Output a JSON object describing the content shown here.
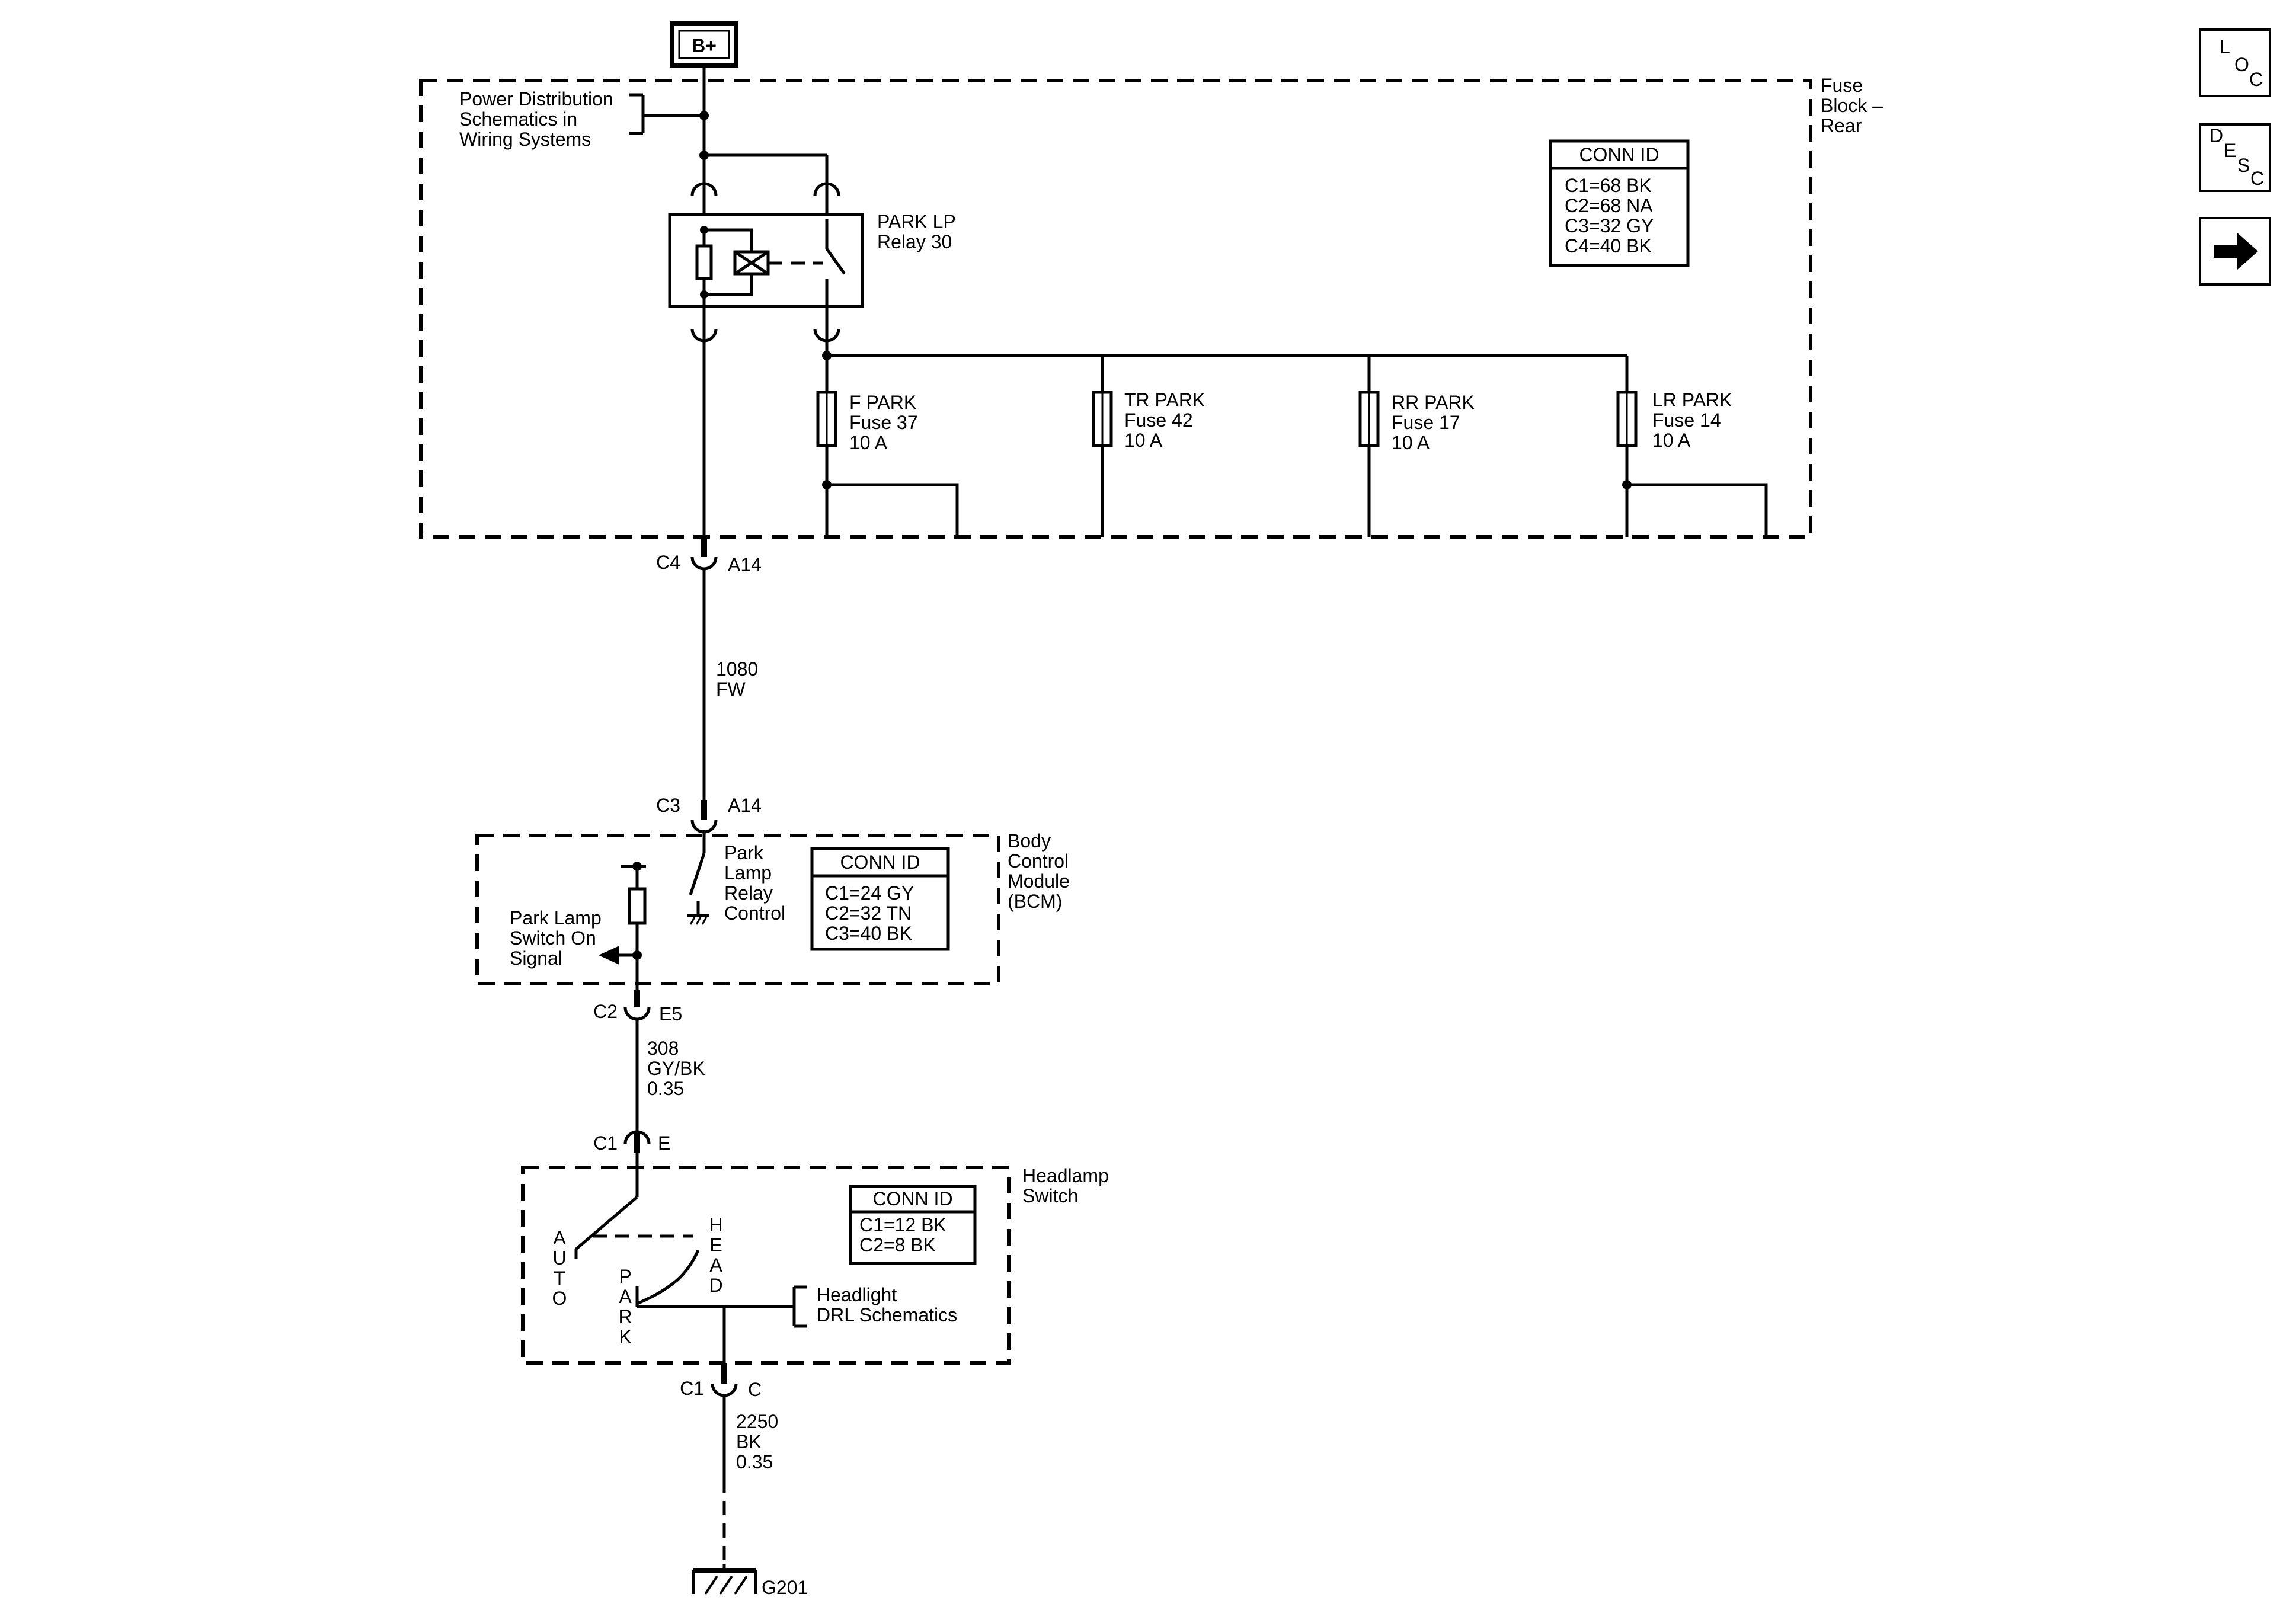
{
  "power_source": "B+",
  "nav": {
    "loc": [
      "L",
      "O",
      "C"
    ],
    "desc": [
      "D",
      "E",
      "S",
      "C"
    ],
    "next_icon": "right-arrow-icon"
  },
  "fuse_block": {
    "name": [
      "Fuse",
      "Block –",
      "Rear"
    ],
    "conn_title": "CONN ID",
    "conn_ids": [
      "C1=68 BK",
      "C2=68 NA",
      "C3=32 GY",
      "C4=40 BK"
    ],
    "power_ref": [
      "Power Distribution",
      "Schematics in",
      "Wiring Systems"
    ],
    "relay": [
      "PARK LP",
      "Relay 30"
    ],
    "fuses": [
      {
        "name": "F PARK",
        "number": "Fuse 37",
        "rating": "10 A"
      },
      {
        "name": "TR PARK",
        "number": "Fuse 42",
        "rating": "10 A"
      },
      {
        "name": "RR PARK",
        "number": "Fuse 17",
        "rating": "10 A"
      },
      {
        "name": "LR PARK",
        "number": "Fuse 14",
        "rating": "10 A"
      }
    ]
  },
  "c4": {
    "connector": "C4",
    "pin": "A14"
  },
  "wire_1080": [
    "1080",
    "FW"
  ],
  "c3": {
    "connector": "C3",
    "pin": "A14"
  },
  "bcm": {
    "name": [
      "Body",
      "Control",
      "Module",
      "(BCM)"
    ],
    "conn_title": "CONN ID",
    "conn_ids": [
      "C1=24 GY",
      "C2=32 TN",
      "C3=40 BK"
    ],
    "relay_control": [
      "Park",
      "Lamp",
      "Relay",
      "Control"
    ],
    "switch_signal": [
      "Park Lamp",
      "Switch On",
      "Signal"
    ]
  },
  "c2": {
    "connector": "C2",
    "pin": "E5"
  },
  "wire_308": [
    "308",
    "GY/BK",
    "0.35"
  ],
  "c1_e": {
    "connector": "C1",
    "pin": "E"
  },
  "headlamp_switch": {
    "name": [
      "Headlamp",
      "Switch"
    ],
    "conn_title": "CONN ID",
    "conn_ids": [
      "C1=12 BK",
      "C2=8 BK"
    ],
    "auto": [
      "A",
      "U",
      "T",
      "O"
    ],
    "head": [
      "H",
      "E",
      "A",
      "D"
    ],
    "park": [
      "P",
      "A",
      "R",
      "K"
    ],
    "drl_ref": [
      "Headlight",
      "DRL Schematics"
    ]
  },
  "c1_c": {
    "connector": "C1",
    "pin": "C"
  },
  "wire_2250": [
    "2250",
    "BK",
    "0.35"
  ],
  "ground": "G201"
}
